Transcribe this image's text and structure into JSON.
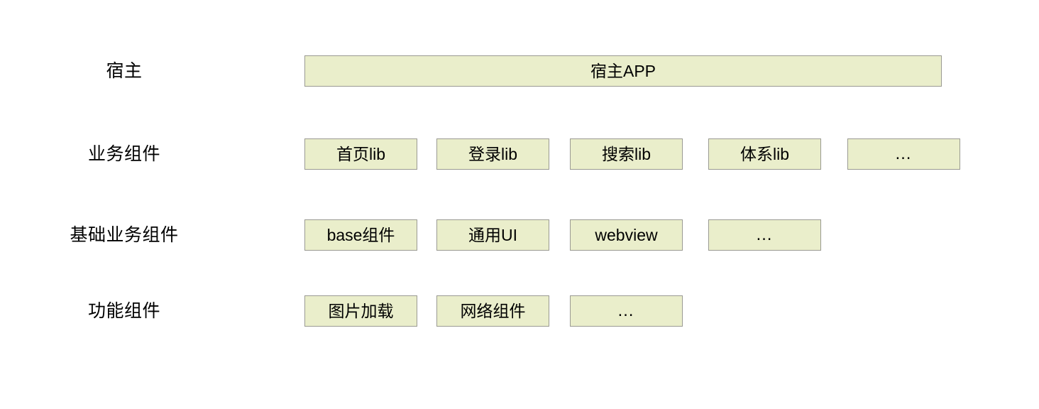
{
  "diagram": {
    "type": "layered-architecture",
    "background_color": "#ffffff",
    "node_fill_color": "#eaeecb",
    "node_border_color": "#9a9a92",
    "text_color": "#000000",
    "rows": [
      {
        "label": "宿主",
        "nodes": [
          {
            "text": "宿主APP",
            "span": "full"
          }
        ]
      },
      {
        "label": "业务组件",
        "nodes": [
          {
            "text": "首页lib",
            "span": "unit"
          },
          {
            "text": "登录lib",
            "span": "unit"
          },
          {
            "text": "搜索lib",
            "span": "unit"
          },
          {
            "text": "体系lib",
            "span": "unit"
          },
          {
            "text": "…",
            "span": "unit"
          }
        ]
      },
      {
        "label": "基础业务组件",
        "nodes": [
          {
            "text": "base组件",
            "span": "unit"
          },
          {
            "text": "通用UI",
            "span": "unit"
          },
          {
            "text": "webview",
            "span": "unit"
          },
          {
            "text": "…",
            "span": "unit"
          }
        ]
      },
      {
        "label": "功能组件",
        "nodes": [
          {
            "text": "图片加载",
            "span": "unit"
          },
          {
            "text": "网络组件",
            "span": "unit"
          },
          {
            "text": "…",
            "span": "unit"
          }
        ]
      }
    ]
  }
}
